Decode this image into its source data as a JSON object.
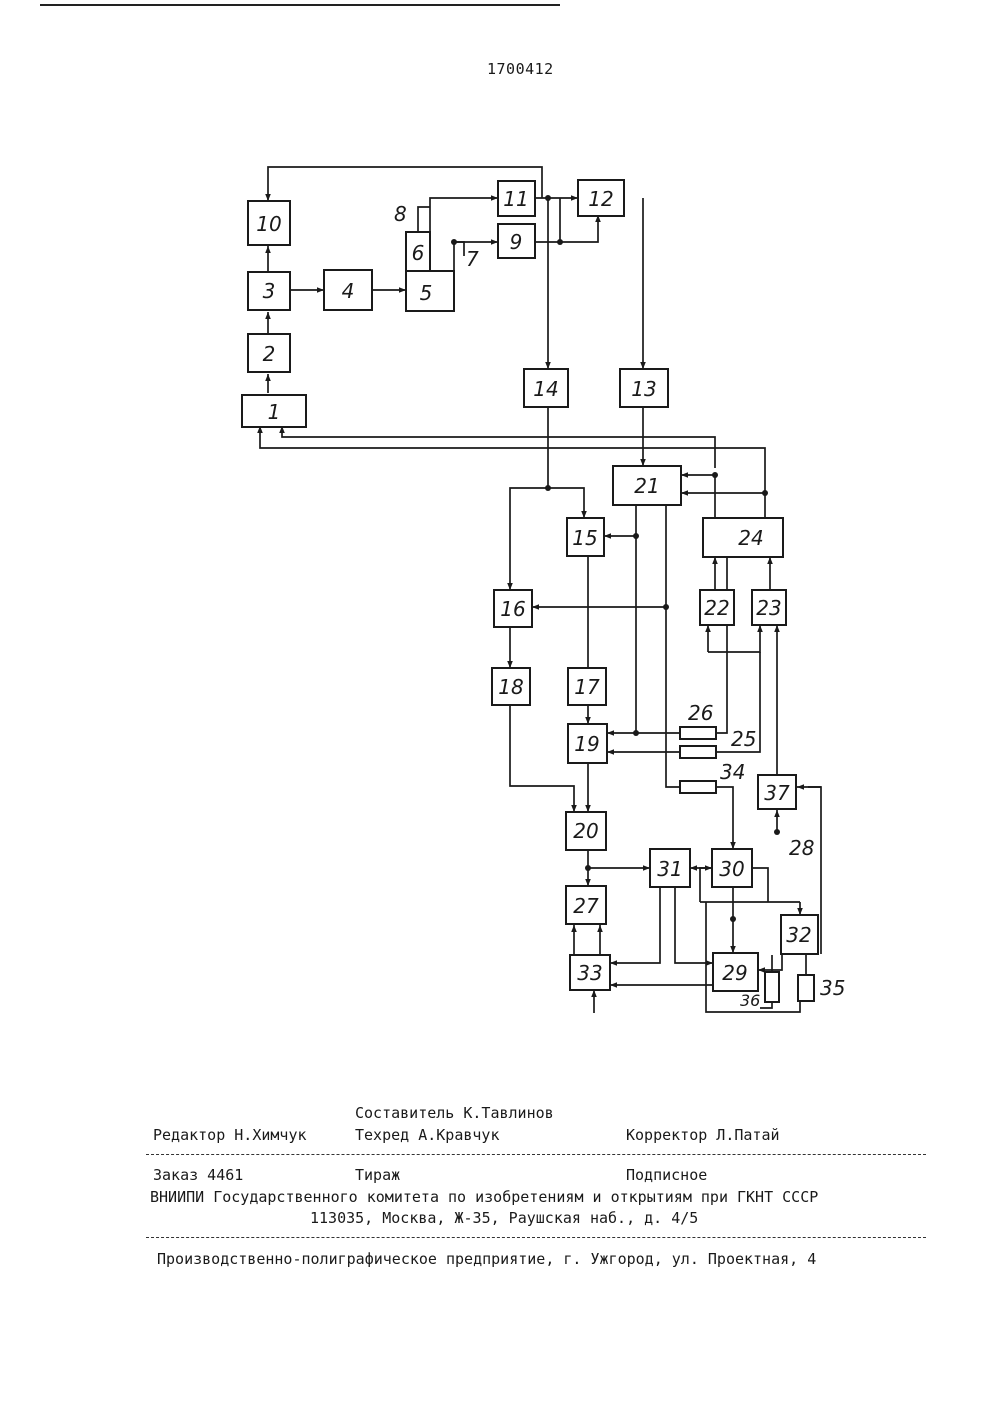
{
  "header": {
    "patent_number": "1700412"
  },
  "diagram": {
    "blocks": [
      "1",
      "2",
      "3",
      "4",
      "5",
      "6",
      "9",
      "10",
      "11",
      "12",
      "13",
      "14",
      "15",
      "16",
      "17",
      "18",
      "19",
      "20",
      "21",
      "22",
      "23",
      "24",
      "27",
      "29",
      "30",
      "31",
      "32",
      "33",
      "37"
    ],
    "terminal_labels": [
      "7",
      "8",
      "25",
      "26",
      "28",
      "34",
      "35",
      "36"
    ]
  },
  "footer": {
    "compiler": "Составитель К.Тавлинов",
    "editor": "Редактор Н.Химчук",
    "techred": "Техред А.Кравчук",
    "corrector": "Корректор Л.Патай",
    "order": "Заказ 4461",
    "circulation": "Тираж",
    "subscription": "Подписное",
    "org_line1": "ВНИИПИ Государственного комитета по изобретениям и открытиям при ГКНТ СССР",
    "org_line2": "113035, Москва, Ж-35, Раушская наб., д. 4/5",
    "printer": "Производственно-полиграфическое предприятие, г. Ужгород, ул. Проектная, 4"
  }
}
